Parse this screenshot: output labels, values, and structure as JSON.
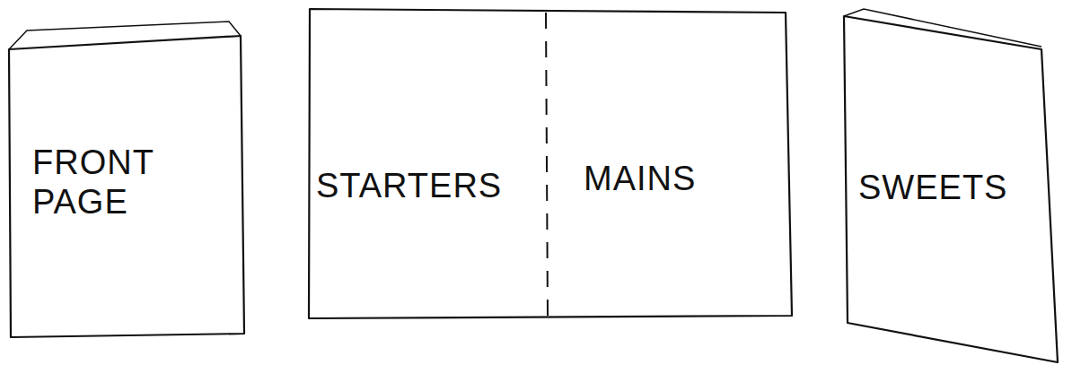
{
  "diagram": {
    "nodes": [
      {
        "text": [
          "FRONT PAGE"
        ]
      },
      {
        "text": [
          "STARTERS",
          "MAINS"
        ]
      },
      {
        "text": [
          "SWEETS"
        ]
      }
    ]
  }
}
